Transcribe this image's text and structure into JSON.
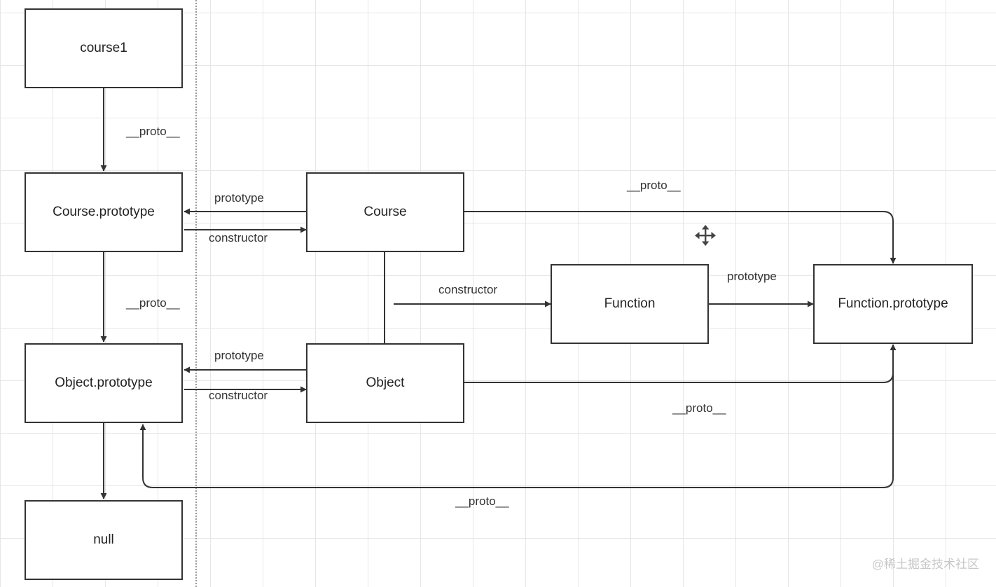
{
  "nodes": {
    "course1": "course1",
    "course_prototype": "Course.prototype",
    "object_prototype": "Object.prototype",
    "null": "null",
    "course": "Course",
    "object": "Object",
    "function": "Function",
    "function_prototype": "Function.prototype"
  },
  "labels": {
    "proto_course1": "__proto__",
    "proto_course_prototype": "__proto__",
    "prototype_course": "prototype",
    "constructor_course": "constructor",
    "prototype_object": "prototype",
    "constructor_object": "constructor",
    "constructor_function": "constructor",
    "prototype_function": "prototype",
    "proto_course": "__proto__",
    "proto_object": "__proto__",
    "proto_function_prototype": "__proto__"
  },
  "icons": {
    "move": "move-icon"
  },
  "watermark": "@稀土掘金技术社区",
  "colors": {
    "line": "#333333",
    "grid": "#e6e6e6",
    "watermark": "#c7c7c7"
  }
}
